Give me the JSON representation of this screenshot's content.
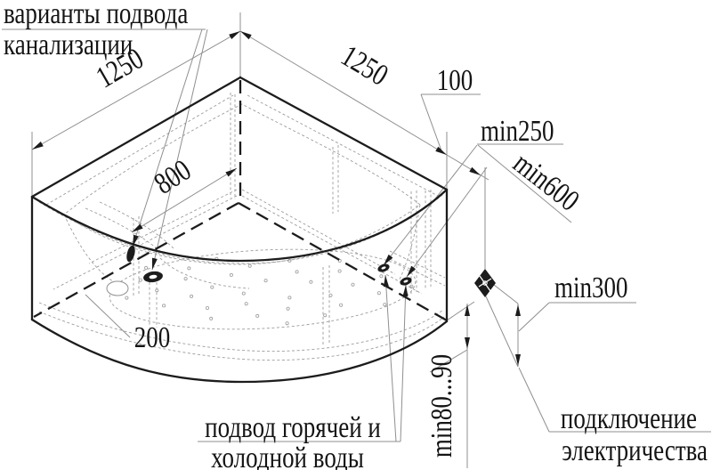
{
  "diagram": {
    "labels": {
      "sewage_options_line1": "варианты подвода",
      "sewage_options_line2": "канализации",
      "width_left": "1250",
      "width_right": "1250",
      "offset_100": "100",
      "min250": "min250",
      "min600": "min600",
      "inner_width_800": "800",
      "drain_offset_200": "200",
      "min300": "min300",
      "min80_90": "min80...90",
      "water_supply_line1": "подвод горячей и",
      "water_supply_line2": "холодной воды",
      "electricity_line1": "подключение",
      "electricity_line2": "электричества"
    },
    "colors": {
      "outline": "#1c1c1c",
      "thin_line": "#8f8f8f",
      "hidden_detail": "#9c9c9c",
      "text": "#141414",
      "background": "#ffffff"
    }
  }
}
